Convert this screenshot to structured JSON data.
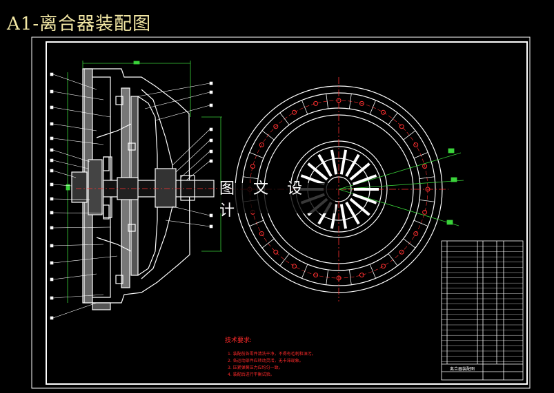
{
  "page": {
    "title": "A1-离合器装配图",
    "watermark": "图 文 设 计"
  },
  "notes": {
    "heading": "技术要求:",
    "items": [
      "1. 装配前各零件清洗干净，不得有毛刺和油污。",
      "2. 各运动部件应转动灵活，无卡滞现象。",
      "3. 压紧弹簧压力应均匀一致。",
      "4. 装配后进行平衡试验。"
    ]
  },
  "title_block": {
    "drawing_name": "离合器装配图"
  },
  "colors": {
    "frame": "#ffffff",
    "centerline": "#ff3030",
    "dimension": "#3ad23a",
    "notes": "#ff2a2a",
    "title": "#f2e7a4"
  }
}
